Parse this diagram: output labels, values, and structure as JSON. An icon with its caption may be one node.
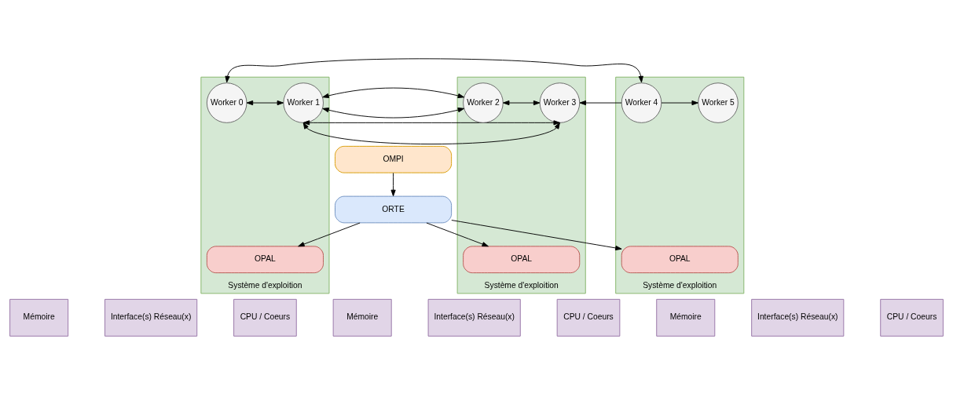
{
  "diagram": {
    "nodes": [
      {
        "text": [
          "Système d'exploition"
        ]
      },
      {
        "text": [
          "Worker 0"
        ],
        "in": 0
      },
      {
        "text": [
          "Worker 1"
        ],
        "in": 0
      },
      {
        "text": [
          "OPAL"
        ],
        "in": 0
      },
      {
        "text": [
          "Système d'exploition"
        ]
      },
      {
        "text": [
          "Worker 2"
        ],
        "in": 4
      },
      {
        "text": [
          "Worker 3"
        ],
        "in": 4
      },
      {
        "text": [
          "OPAL"
        ],
        "in": 4
      },
      {
        "text": [
          "Système d'exploition"
        ]
      },
      {
        "text": [
          "Worker 4"
        ],
        "in": 8
      },
      {
        "text": [
          "Worker 5"
        ],
        "in": 8
      },
      {
        "text": [
          "OPAL"
        ],
        "in": 8
      },
      {
        "text": [
          "OMPI"
        ]
      },
      {
        "text": [
          "ORTE"
        ]
      },
      {
        "text": [
          "Mémoire"
        ]
      },
      {
        "text": [
          "Interface(s) Réseau(x)"
        ]
      },
      {
        "text": [
          "CPU / Coeurs"
        ]
      },
      {
        "text": [
          "Mémoire"
        ]
      },
      {
        "text": [
          "Interface(s) Réseau(x)"
        ]
      },
      {
        "text": [
          "CPU / Coeurs"
        ]
      },
      {
        "text": [
          "Mémoire"
        ]
      },
      {
        "text": [
          "Interface(s) Réseau(x)"
        ]
      },
      {
        "text": [
          "CPU / Coeurs"
        ]
      }
    ],
    "edges": [
      {
        "from": 1,
        "to": 9,
        "arrow": "both"
      },
      {
        "from": 1,
        "to": 2,
        "arrow": "both"
      },
      {
        "from": 2,
        "to": 5,
        "arrow": "both"
      },
      {
        "from": 5,
        "to": 6,
        "arrow": "both"
      },
      {
        "from": 2,
        "to": 6,
        "arrow": "both"
      },
      {
        "from": 9,
        "to": 6,
        "arrow": "to"
      },
      {
        "from": 9,
        "to": 10,
        "arrow": "to"
      },
      {
        "from": 12,
        "to": 13,
        "arrow": "to"
      },
      {
        "from": 13,
        "to": 3,
        "arrow": "to"
      },
      {
        "from": 13,
        "to": 7,
        "arrow": "to"
      },
      {
        "from": 13,
        "to": 11,
        "arrow": "to"
      }
    ]
  }
}
